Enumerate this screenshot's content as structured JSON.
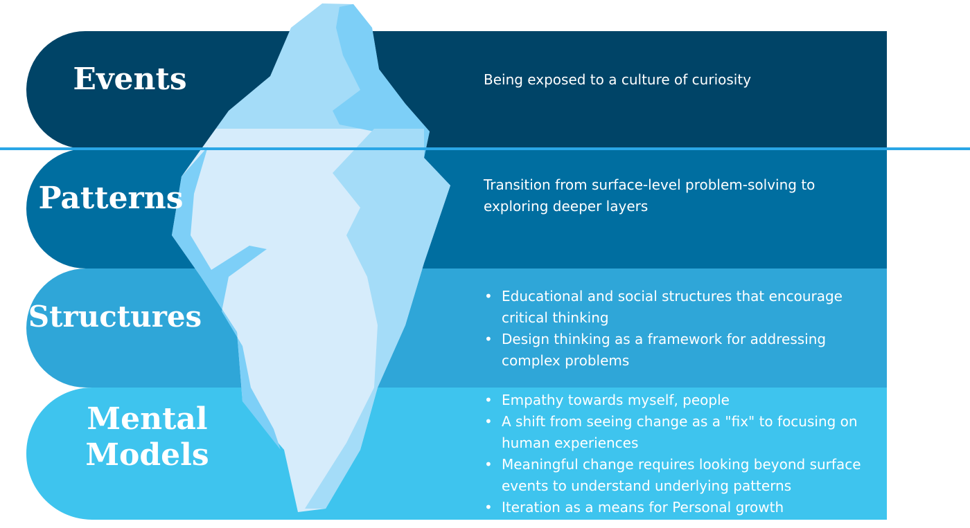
{
  "layers": [
    {
      "id": "events",
      "title_lines": [
        "Events"
      ],
      "color": "#004467",
      "text": "Being exposed to a culture of curiosity"
    },
    {
      "id": "patterns",
      "title_lines": [
        "Patterns"
      ],
      "color": "#006ea0",
      "text": "Transition from surface-level problem-solving to exploring deeper layers"
    },
    {
      "id": "structures",
      "title_lines": [
        "Structures"
      ],
      "color": "#2fa6d8",
      "bullets": [
        "Educational and social structures that encourage critical thinking",
        "Design thinking as a framework for addressing complex problems"
      ]
    },
    {
      "id": "mental-models",
      "title_lines": [
        "Mental",
        "Models"
      ],
      "color": "#3ec4ee",
      "bullets": [
        "Empathy towards myself, people",
        "A shift from seeing change as a \"fix\" to focusing on human experiences",
        "Meaningful change requires looking beyond surface events to understand underlying patterns",
        "Iteration as a means for Personal growth"
      ]
    }
  ],
  "colors": {
    "waterline": "#2aa6e6",
    "iceberg_light": "#d6ecfb",
    "iceberg_mid": "#a4dcf8",
    "iceberg_dark": "#7dcff7"
  }
}
